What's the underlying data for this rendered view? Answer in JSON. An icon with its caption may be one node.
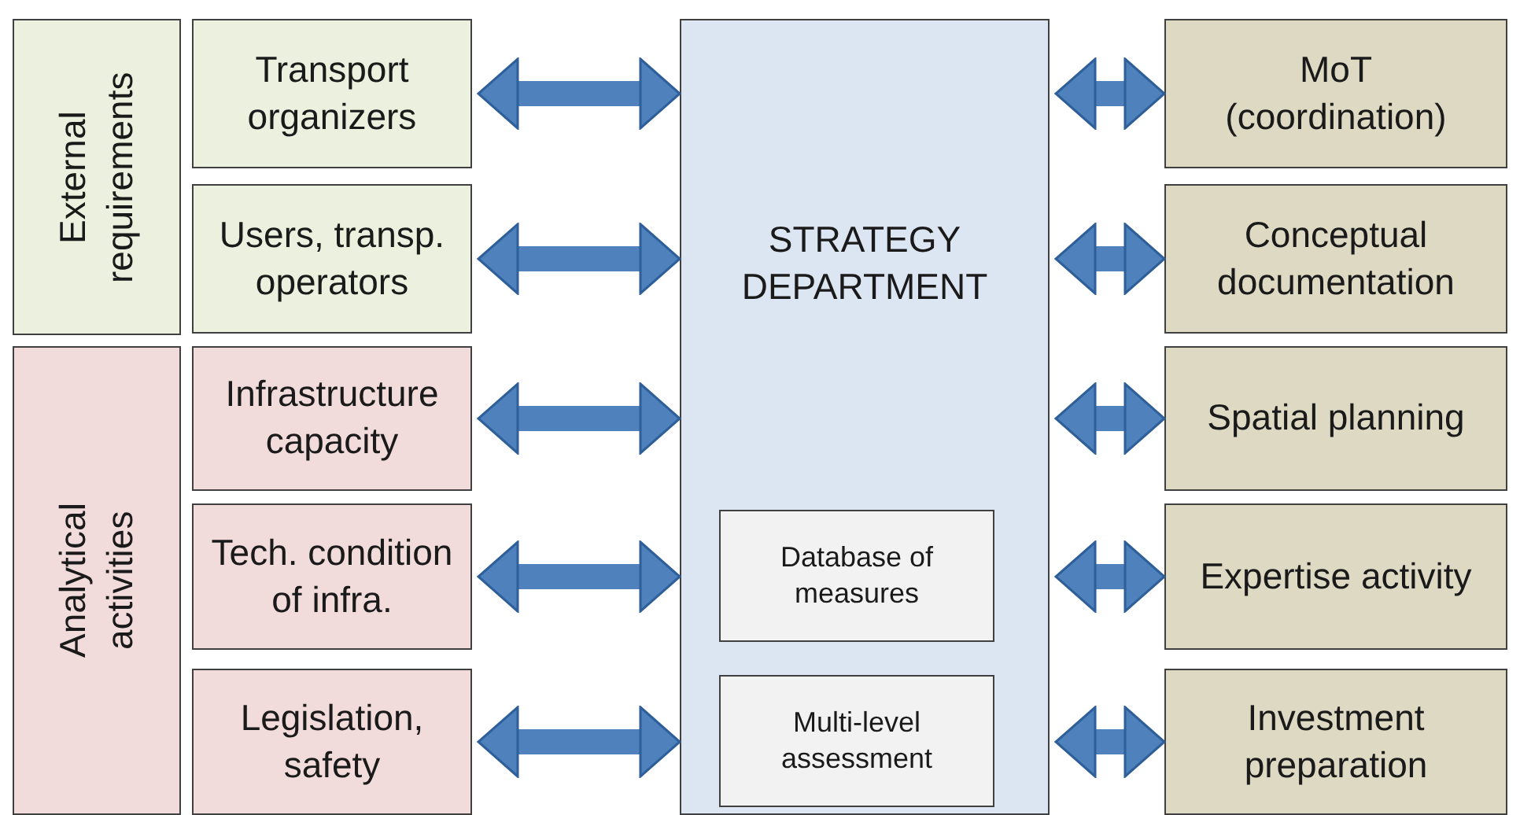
{
  "diagram": {
    "nodes": [
      {
        "text": [
          "External requirements"
        ]
      },
      {
        "text": [
          "Transport organizers"
        ]
      },
      {
        "text": [
          "Users, transp. operators"
        ]
      },
      {
        "text": [
          "Analytical activities"
        ]
      },
      {
        "text": [
          "Infrastructure capacity"
        ]
      },
      {
        "text": [
          "Tech. condition of infra."
        ]
      },
      {
        "text": [
          "Legislation, safety"
        ]
      },
      {
        "text": [
          "STRATEGY DEPARTMENT"
        ]
      },
      {
        "text": [
          "Database of measures"
        ],
        "in": 7
      },
      {
        "text": [
          "Multi-level assessment"
        ],
        "in": 7
      },
      {
        "text": [
          "MoT (coordination)"
        ]
      },
      {
        "text": [
          "Conceptual documentation"
        ]
      },
      {
        "text": [
          "Spatial planning"
        ]
      },
      {
        "text": [
          "Expertise activity"
        ]
      },
      {
        "text": [
          "Investment preparation"
        ]
      }
    ],
    "edges": [
      {
        "from": 1,
        "to": 7,
        "arrow": "both"
      },
      {
        "from": 2,
        "to": 7,
        "arrow": "both"
      },
      {
        "from": 4,
        "to": 7,
        "arrow": "both"
      },
      {
        "from": 5,
        "to": 7,
        "arrow": "both"
      },
      {
        "from": 6,
        "to": 7,
        "arrow": "both"
      },
      {
        "from": 7,
        "to": 10,
        "arrow": "both"
      },
      {
        "from": 7,
        "to": 11,
        "arrow": "both"
      },
      {
        "from": 7,
        "to": 12,
        "arrow": "both"
      },
      {
        "from": 7,
        "to": 13,
        "arrow": "both"
      },
      {
        "from": 7,
        "to": 14,
        "arrow": "both"
      }
    ]
  }
}
